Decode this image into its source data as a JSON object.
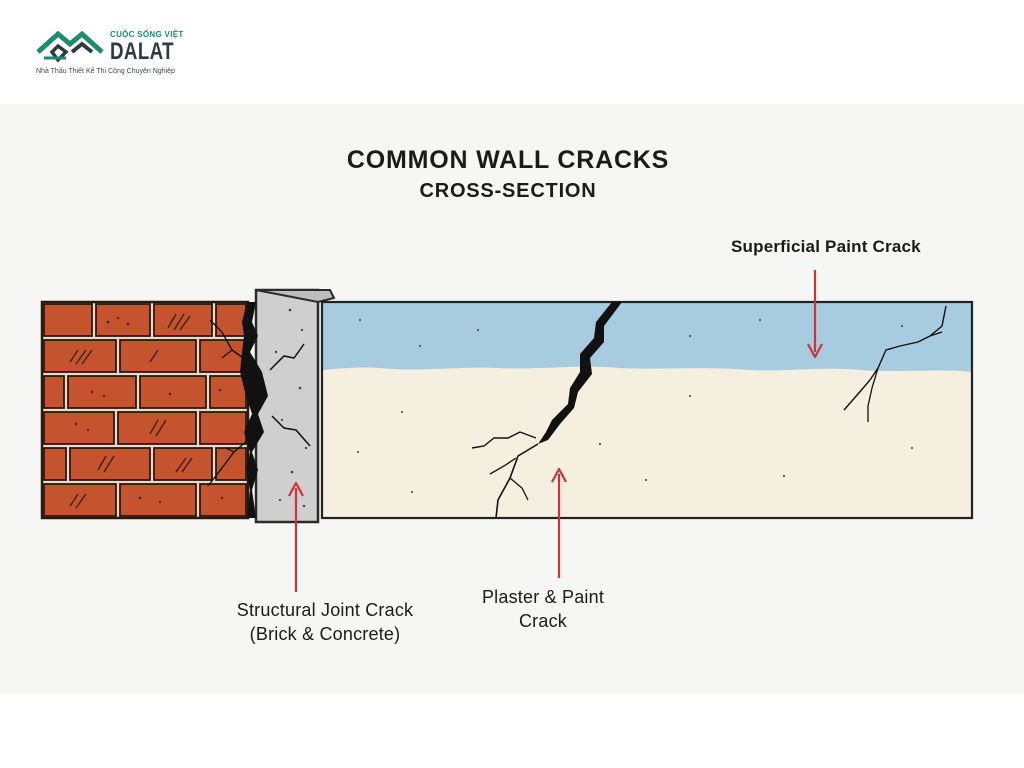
{
  "brand": {
    "tagline_top": "CUỘC SỐNG VIỆT",
    "name": "DALAT",
    "subtitle": "Nhà Thầu Thiết Kế Thi Công Chuyên Nghiệp",
    "logo_icon": "house-roof-logo-icon"
  },
  "diagram": {
    "title": "COMMON WALL CRACKS",
    "subtitle": "CROSS-SECTION",
    "labels": {
      "superficial": "Superficial Paint Crack",
      "structural_line1": "Structural Joint Crack",
      "structural_line2": "(Brick & Concrete)",
      "plaster_line1": "Plaster & Paint",
      "plaster_line2": "Crack"
    },
    "colors": {
      "brick": "#c4532e",
      "mortar": "#ead8c8",
      "concrete": "#cfcfcf",
      "paint": "#a7cce0",
      "plaster": "#f4efdf",
      "arrow": "#c8343a",
      "logo_green": "#1e8a6e"
    }
  }
}
